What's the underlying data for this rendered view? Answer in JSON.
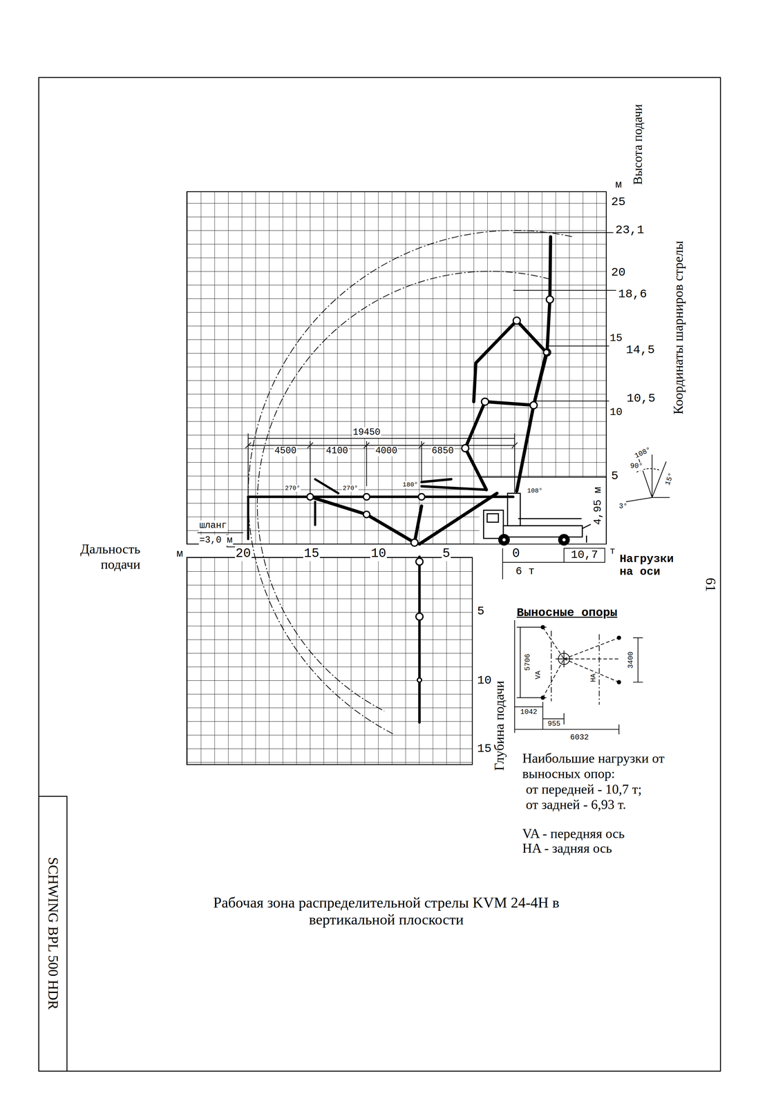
{
  "diagram": {
    "caption": "Рабочая зона распределительной стрелы KVM 24-4H в вертикальной плоскости",
    "labels": [
      "м",
      "Высота подачи",
      "25",
      "23,1",
      "20",
      "18,6",
      "15",
      "14,5",
      "10",
      "10,5",
      "Координаты шарниров стрелы",
      "5",
      "4,95 м",
      "108°",
      "108°",
      "90°",
      "15°",
      "3°",
      "19450",
      "4500",
      "4100",
      "4000",
      "6850",
      "270°",
      "270°",
      "180°",
      "шланг",
      "=3,0 м",
      "Дальность подачи",
      "м",
      "20",
      "15",
      "10",
      "5",
      "0",
      "10,7",
      "т",
      "Нагрузки на оси",
      "6 т",
      "5",
      "10",
      "15",
      "Глубина подачи",
      "Выносные опоры",
      "5706",
      "VA",
      "HA",
      "3400",
      "1042",
      "955",
      "6032",
      "Наибольшие нагрузки от выносных опор:",
      "от передней - 10,7 т;",
      "от задней - 6,93 т.",
      "VA - передняя ось",
      "HA - задняя ось",
      "61",
      "SCHWING BPL 500 HDR"
    ]
  }
}
